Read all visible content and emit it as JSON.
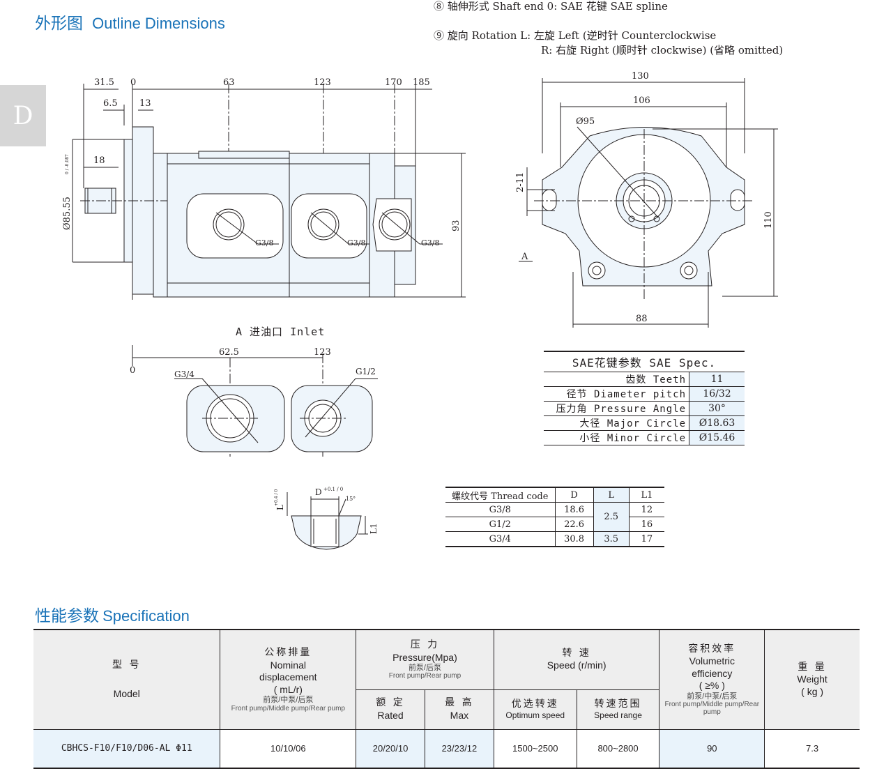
{
  "outline": {
    "title_cn": "外形图",
    "title_en": "Outline Dimensions"
  },
  "notes": {
    "shaft": "⑧ 轴伸形式 Shaft end   0: SAE 花键 SAE spline",
    "rotation_l": "⑨ 旋向 Rotation  L: 左旋 Left (逆时针 Counterclockwise",
    "rotation_r": "R: 右旋 Right (顺时针 clockwise) (省略 omitted)"
  },
  "side_tab": "D",
  "side_view": {
    "dims_top": [
      "31.5",
      "0",
      "63",
      "123",
      "170",
      "185"
    ],
    "dims_left": [
      "6.5",
      "13",
      "18"
    ],
    "dia_shaft": "Ø85.55",
    "dia_tol": "0 / -0.087",
    "height": "93",
    "ports": [
      "G3/8",
      "G3/8",
      "G3/8"
    ]
  },
  "end_view": {
    "w130": "130",
    "w106": "106",
    "dia95": "Ø95",
    "slot": "2-11",
    "height110": "110",
    "w88": "88",
    "view_label": "A"
  },
  "inlet_view": {
    "label": "A 进油口 Inlet",
    "d62": "62.5",
    "d123": "123",
    "zero": "0",
    "port_left": "G3/4",
    "port_right": "G1/2"
  },
  "thread_detail": {
    "D_label": "D",
    "D_tol": "+0.1 / 0",
    "angle": "15°",
    "L_label": "L",
    "L_tol": "+0.4 / 0",
    "L1_label": "L1"
  },
  "sae_spec": {
    "title": "SAE花键参数  SAE Spec.",
    "rows": [
      {
        "label": "齿数 Teeth",
        "value": "11"
      },
      {
        "label": "径节 Diameter pitch",
        "value": "16/32"
      },
      {
        "label": "压力角 Pressure Angle",
        "value": "30°"
      },
      {
        "label": "大径 Major Circle",
        "value": "Ø18.63"
      },
      {
        "label": "小径 Minor Circle",
        "value": "Ø15.46"
      }
    ]
  },
  "thread_table": {
    "headers": [
      "螺纹代号 Thread code",
      "D",
      "L",
      "L1"
    ],
    "rows": [
      {
        "code": "G3/8",
        "D": "18.6",
        "L1": "12"
      },
      {
        "code": "G1/2",
        "D": "22.6",
        "L1": "16"
      },
      {
        "code": "G3/4",
        "D": "30.8",
        "L": "3.5",
        "L1": "17"
      }
    ],
    "L_merged": "2.5"
  },
  "spec": {
    "title_cn": "性能参数",
    "title_en": "Specification",
    "headers": {
      "model_cn": "型  号",
      "model_en": "Model",
      "disp_cn": "公称排量",
      "disp_en1": "Nominal",
      "disp_en2": "displacement",
      "disp_unit": "( mL/r)",
      "disp_sub_cn": "前泵/中泵/后泵",
      "disp_sub_en": "Front pump/Middle pump/Rear pump",
      "pressure_cn": "压 力",
      "pressure_en": "Pressure(Mpa)",
      "pressure_sub_cn": "前泵/后泵",
      "pressure_sub_en": "Front pump/Rear pump",
      "rated_cn": "额 定",
      "rated_en": "Rated",
      "max_cn": "最 高",
      "max_en": "Max",
      "speed_cn": "转  速",
      "speed_en": "Speed (r/min)",
      "opt_cn": "优选转速",
      "opt_en": "Optimum speed",
      "range_cn": "转速范围",
      "range_en": "Speed range",
      "eff_cn": "容积效率",
      "eff_en1": "Volumetric",
      "eff_en2": "efficiency",
      "eff_unit": "( ≥% )",
      "eff_sub_cn": "前泵/中泵/后泵",
      "eff_sub_en": "Front pump/Middle pump/Rear pump",
      "weight_cn": "重  量",
      "weight_en": "Weight",
      "weight_unit": "( kg )"
    },
    "row": {
      "model": "CBHCS-F10/F10/D06-AL Φ11",
      "displacement": "10/10/06",
      "rated": "20/20/10",
      "max": "23/23/12",
      "optimum": "1500~2500",
      "range": "800~2800",
      "efficiency": "90",
      "weight": "7.3"
    }
  }
}
